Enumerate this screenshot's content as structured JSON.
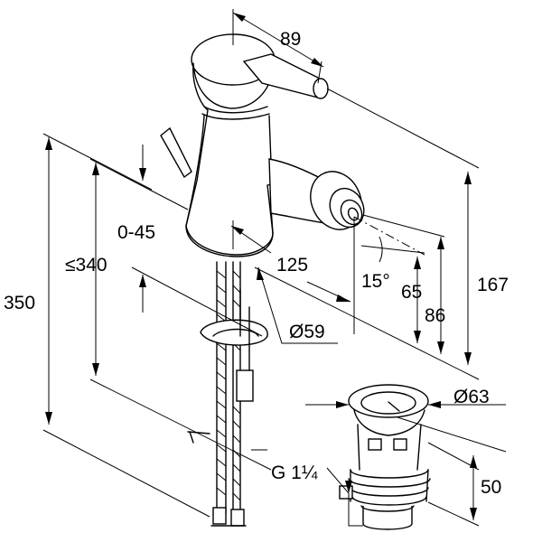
{
  "dimensions": {
    "width_top": "89",
    "height_total": "167",
    "height_max": "350",
    "height_le": "≤340",
    "angle_range": "0-45",
    "spout_reach": "125",
    "angle_spout": "15°",
    "height_65": "65",
    "height_86": "86",
    "base_diameter": "Ø59",
    "waste_diameter": "Ø63",
    "thread": "G 1¼",
    "waste_height": "50"
  }
}
